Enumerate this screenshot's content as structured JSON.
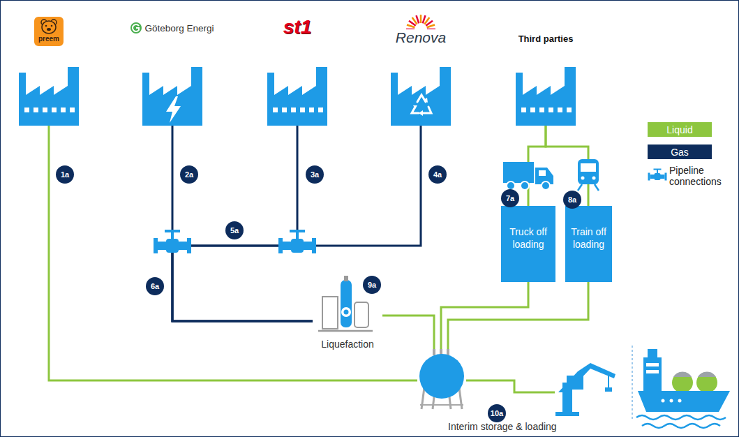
{
  "diagram": {
    "nodes": [
      {
        "text": [
          "preem"
        ]
      },
      {
        "text": [
          "Göteborg Energi"
        ]
      },
      {
        "text": [
          "st1"
        ]
      },
      {
        "text": [
          "Renova"
        ]
      },
      {
        "text": [
          "Third parties"
        ]
      },
      {
        "text": [
          "Truck off loading"
        ]
      },
      {
        "text": [
          "Train off loading"
        ]
      },
      {
        "text": [
          "Liquefaction"
        ]
      },
      {
        "text": [
          "Interim storage & loading"
        ]
      }
    ],
    "edges": [
      {
        "from": 0,
        "to": 8,
        "arrow": "none"
      },
      {
        "from": 1,
        "to": 7,
        "arrow": "none"
      },
      {
        "from": 2,
        "to": 7,
        "arrow": "none"
      },
      {
        "from": 3,
        "to": 7,
        "arrow": "none"
      },
      {
        "from": 4,
        "to": 5,
        "arrow": "none"
      },
      {
        "from": 4,
        "to": 6,
        "arrow": "none"
      },
      {
        "from": 5,
        "to": 8,
        "arrow": "none"
      },
      {
        "from": 6,
        "to": 8,
        "arrow": "none"
      },
      {
        "from": 7,
        "to": 8,
        "arrow": "none"
      }
    ],
    "labels": [
      "1a",
      "2a",
      "3a",
      "4a",
      "5a",
      "6a",
      "7a",
      "8a",
      "9a",
      "10a"
    ],
    "legend": [
      {
        "text": "Liquid",
        "color": "#8dc63f"
      },
      {
        "text": "Gas",
        "color": "#0d2c5c"
      },
      {
        "text": "Pipeline connections"
      }
    ]
  }
}
